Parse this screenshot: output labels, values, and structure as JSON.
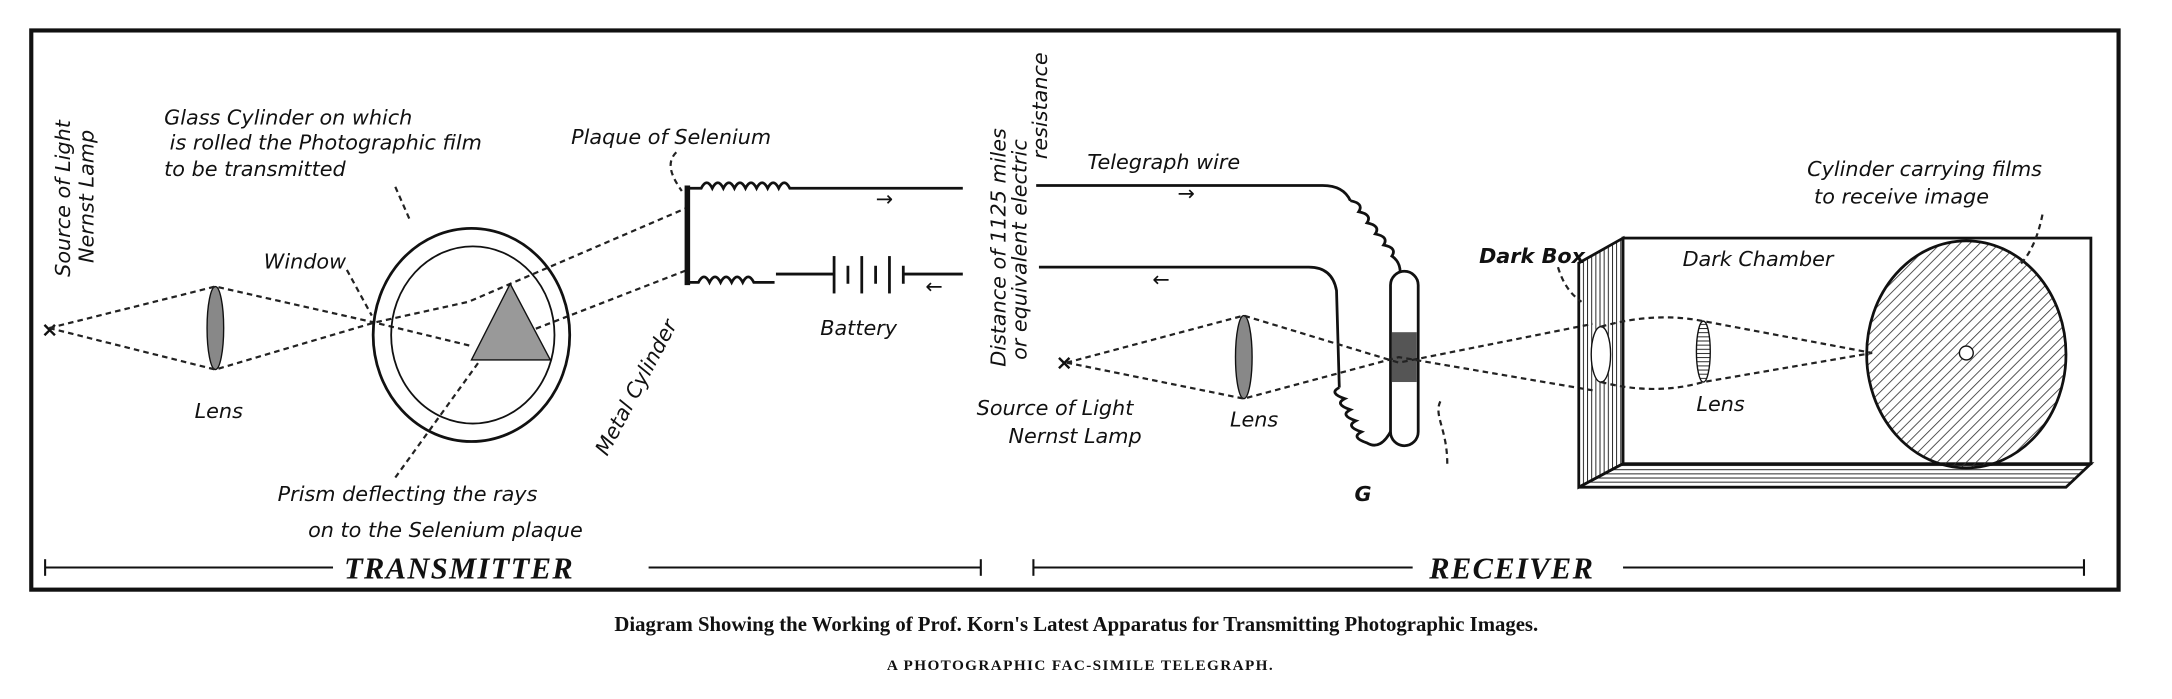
{
  "transmitter": {
    "source_label_1": "Source of Light",
    "source_label_2": "Nernst Lamp",
    "glass_1": "Glass Cylinder on which",
    "glass_2": "is rolled the Photographic film",
    "glass_3": "to be transmitted",
    "plaque": "Plaque of Selenium",
    "window": "Window",
    "lens": "Lens",
    "metal": "Metal Cylinder",
    "prism_1": "Prism deflecting the rays",
    "prism_2": "on to the Selenium plaque",
    "battery": "Battery",
    "section": "TRANSMITTER"
  },
  "distance_1": "Distance of 1125 miles",
  "distance_2": "or equivalent electric",
  "distance_3": "resistance",
  "receiver": {
    "wire": "Telegraph wire",
    "source_label_1": "Source of Light",
    "source_label_2": "Nernst Lamp",
    "lens": "Lens",
    "g": "G",
    "dark_box": "Dark Box",
    "dark_chamber": "Dark Chamber",
    "lens2": "Lens",
    "cyl_1": "Cylinder carrying films",
    "cyl_2": "to receive image",
    "section": "RECEIVER"
  },
  "caption": "Diagram Showing the Working of Prof. Korn's Latest Apparatus for Transmitting Photographic Images.",
  "subcaption": "A PHOTOGRAPHIC FAC-SIMILE TELEGRAPH."
}
